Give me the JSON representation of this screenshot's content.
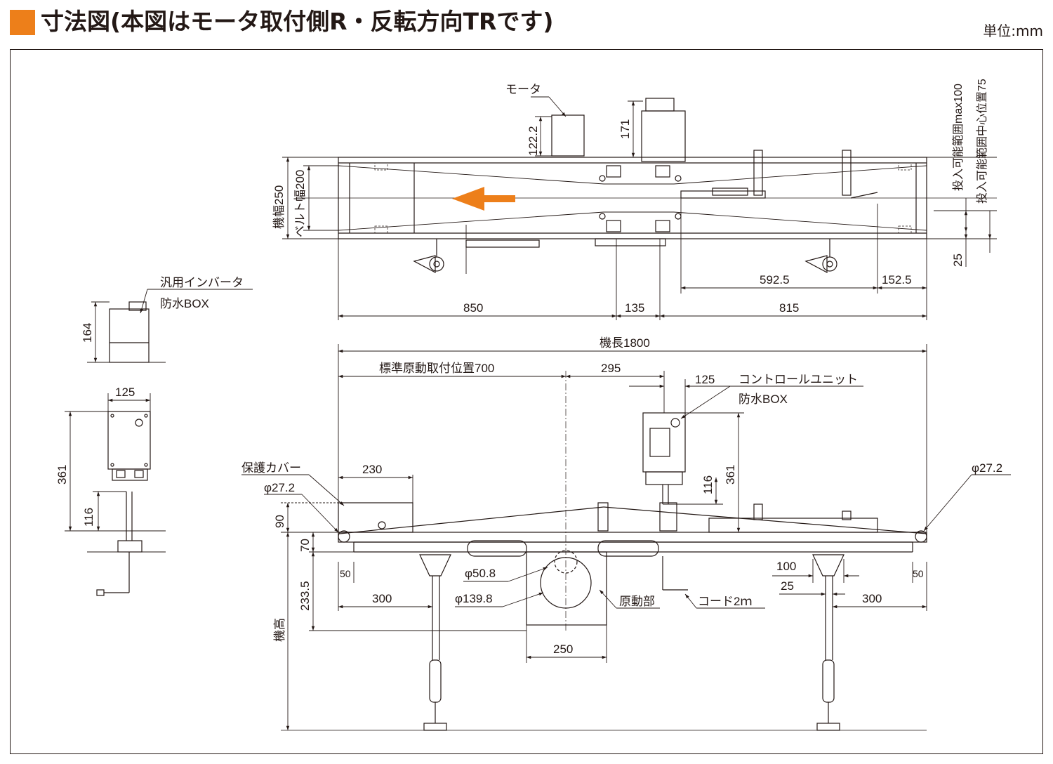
{
  "header": {
    "title": "寸法図(本図はモータ取付側R・反転方向TRです)",
    "unit": "単位:mm",
    "accent_color": "#ED7F1A"
  },
  "top_view": {
    "motor_label": "モータ",
    "dim_motor_height_a": "122.2",
    "dim_motor_height_b": "171",
    "machine_width": "機幅250",
    "belt_width": "ベルト幅200",
    "insert_range_max": "投入可能範囲max100",
    "insert_range_center": "投入可能範囲中心位置75",
    "dim_25": "25",
    "dim_592_5": "592.5",
    "dim_152_5": "152.5",
    "dim_850": "850",
    "dim_135": "135",
    "dim_815": "815",
    "direction_arrow_icon": "arrow-left-icon",
    "arrow_color": "#ED7F1A"
  },
  "inverter_box": {
    "label_line1": "汎用インバータ",
    "label_line2": "防水BOX",
    "dim_164": "164",
    "dim_125": "125",
    "dim_361": "361",
    "dim_116": "116"
  },
  "side_view": {
    "machine_length": "機長1800",
    "std_drive_position": "標準原動取付位置700",
    "dim_295": "295",
    "dim_125": "125",
    "control_unit_line1": "コントロールユニット",
    "control_unit_line2": "防水BOX",
    "cover_label": "保護カバー",
    "dim_230": "230",
    "phi_left": "φ27.2",
    "phi_right": "φ27.2",
    "dim_116": "116",
    "dim_361": "361",
    "dim_90": "90",
    "dim_70": "70",
    "dim_233_5": "233.5",
    "dim_50_left": "50",
    "dim_50_right": "50",
    "phi_50_8": "φ50.8",
    "phi_139_8": "φ139.8",
    "drive_label": "原動部",
    "cord_label": "コード2ｍ",
    "dim_100": "100",
    "dim_25": "25",
    "dim_300_left": "300",
    "dim_300_right": "300",
    "dim_250": "250",
    "machine_height": "機高"
  }
}
